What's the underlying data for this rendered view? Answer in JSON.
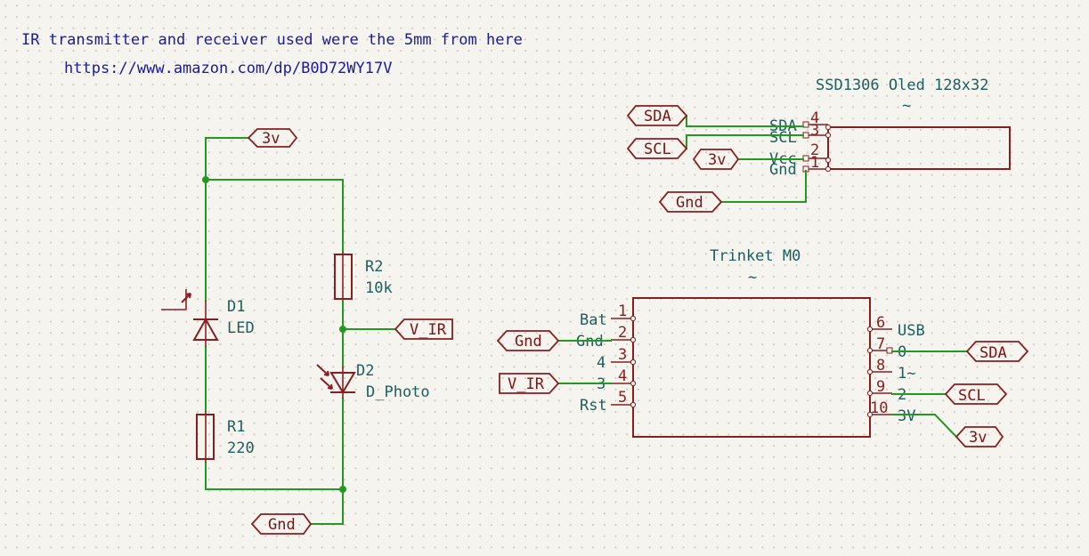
{
  "notes": {
    "line1": "IR transmitter and receiver used were the 5mm from here",
    "line2": "https://www.amazon.com/dp/B0D72WY17V"
  },
  "components": {
    "d1": {
      "ref": "D1",
      "value": "LED"
    },
    "d2": {
      "ref": "D2",
      "value": "D_Photo"
    },
    "r1": {
      "ref": "R1",
      "value": "220"
    },
    "r2": {
      "ref": "R2",
      "value": "10k"
    },
    "oled": {
      "name": "SSD1306 Oled 128x32",
      "value": "~",
      "pins": [
        {
          "num": "4",
          "name": "SDA"
        },
        {
          "num": "3",
          "name": "SCL"
        },
        {
          "num": "2",
          "name": "Vcc"
        },
        {
          "num": "1",
          "name": "Gnd"
        }
      ]
    },
    "trinket": {
      "name": "Trinket M0",
      "value": "~",
      "left_pins": [
        {
          "num": "1",
          "name": "Bat"
        },
        {
          "num": "2",
          "name": "Gnd"
        },
        {
          "num": "3",
          "name": "4"
        },
        {
          "num": "4",
          "name": "3"
        },
        {
          "num": "5",
          "name": "Rst"
        }
      ],
      "right_pins": [
        {
          "num": "6",
          "name": "USB"
        },
        {
          "num": "7",
          "name": "0"
        },
        {
          "num": "8",
          "name": "1~"
        },
        {
          "num": "9",
          "name": "2"
        },
        {
          "num": "10",
          "name": "3V"
        }
      ]
    }
  },
  "net_labels": {
    "v3_top": "3v",
    "gnd_bottom": "Gnd",
    "v_ir_right": "V_IR",
    "sda_oled": "SDA",
    "scl_oled": "SCL",
    "v3_oled": "3v",
    "gnd_oled": "Gnd",
    "gnd_trinket": "Gnd",
    "v_ir_trinket": "V_IR",
    "sda_trinket": "SDA",
    "scl_trinket": "SCL",
    "v3_trinket": "3v"
  },
  "colors": {
    "wire": "#229a22",
    "symbol": "#8a1e1e",
    "reference_text": "#1d5e5e",
    "note_text": "#1a1a9c",
    "background": "#f5f4ef"
  }
}
